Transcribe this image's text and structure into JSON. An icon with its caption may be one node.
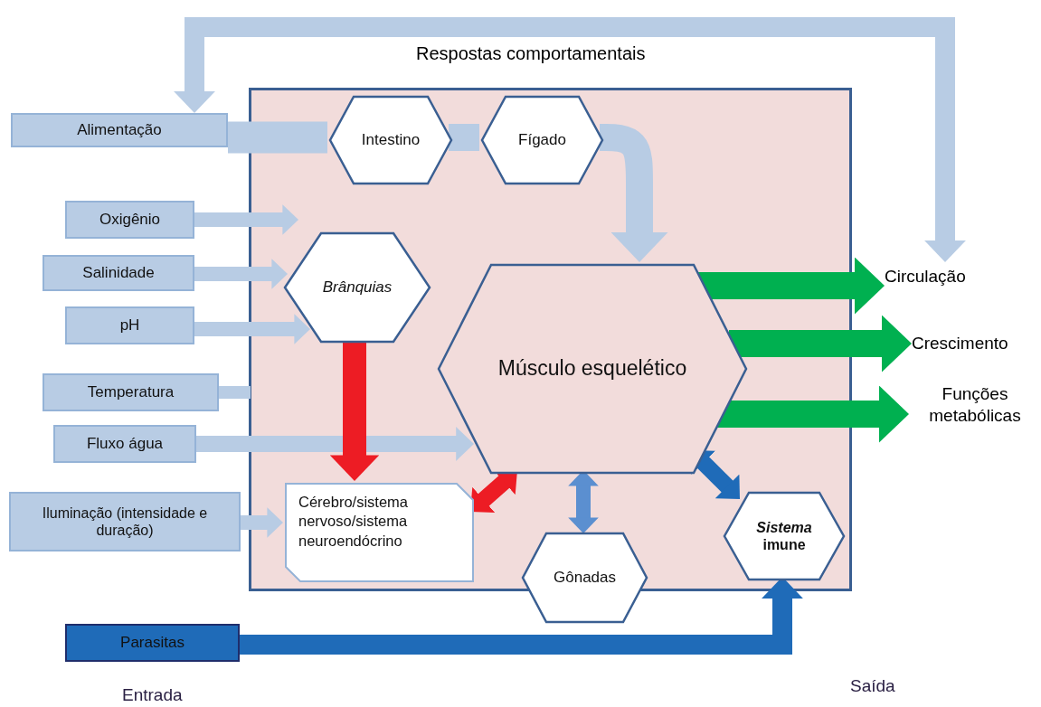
{
  "diagram": {
    "nodes": [
      {
        "text": [],
        "shape": "box"
      },
      {
        "text": [
          "Alimentação"
        ]
      },
      {
        "text": [
          "Intestino"
        ],
        "in": 0
      },
      {
        "text": [
          "Fígado"
        ],
        "in": 0
      },
      {
        "text": [
          "Oxigênio"
        ]
      },
      {
        "text": [
          "Salinidade"
        ]
      },
      {
        "text": [
          "pH"
        ]
      },
      {
        "text": [
          "Brânquias"
        ],
        "in": 0
      },
      {
        "text": [
          "Músculo esquelético"
        ],
        "in": 0
      },
      {
        "text": [
          "Temperatura"
        ]
      },
      {
        "text": [
          "Fluxo água"
        ]
      },
      {
        "text": [
          "Iluminação (intensidade e duração)"
        ]
      },
      {
        "text": [
          "Cérebro/sistema nervoso/sistema neuroendócrino"
        ],
        "in": 0
      },
      {
        "text": [
          "Gônadas"
        ]
      },
      {
        "text": [
          "*Sistema* imune"
        ],
        "in": 0
      },
      {
        "text": [
          "Parasitas"
        ]
      },
      {
        "text": [
          "Circulação"
        ]
      },
      {
        "text": [
          "Crescimento"
        ]
      },
      {
        "text": [
          "Funções metabólicas"
        ]
      }
    ],
    "edges": [
      {
        "from": 1,
        "to": 2,
        "arrow": "none",
        "style": "thick"
      },
      {
        "from": 2,
        "to": 3,
        "arrow": "none"
      },
      {
        "from": 3,
        "to": 8,
        "arrow": "to"
      },
      {
        "from": 4,
        "to": 7,
        "arrow": "to"
      },
      {
        "from": 5,
        "to": 7,
        "arrow": "to"
      },
      {
        "from": 6,
        "to": 7,
        "arrow": "to"
      },
      {
        "from": 9,
        "to": 0,
        "arrow": "none"
      },
      {
        "from": 10,
        "to": 8,
        "arrow": "to"
      },
      {
        "from": 11,
        "to": 12,
        "arrow": "to"
      },
      {
        "from": 7,
        "to": 12,
        "arrow": "to",
        "color": "#ed1c24"
      },
      {
        "from": 12,
        "to": 8,
        "arrow": "both",
        "color": "#ed1c24"
      },
      {
        "from": 8,
        "to": 13,
        "arrow": "both",
        "color": "#5b8fd0"
      },
      {
        "from": 8,
        "to": 14,
        "arrow": "both",
        "color": "#1f6bb8"
      },
      {
        "from": 15,
        "to": 14,
        "arrow": "to",
        "color": "#1f6bb8"
      },
      {
        "from": 8,
        "to": 16,
        "arrow": "to",
        "color": "#00b050"
      },
      {
        "from": 8,
        "to": 17,
        "arrow": "to",
        "color": "#00b050"
      },
      {
        "from": 8,
        "to": 18,
        "arrow": "to",
        "color": "#00b050"
      },
      {
        "from": 16,
        "to": 1,
        "arrow": "both"
      }
    ],
    "labels": [
      "Respostas comportamentais",
      "Entrada",
      "Saída"
    ]
  }
}
